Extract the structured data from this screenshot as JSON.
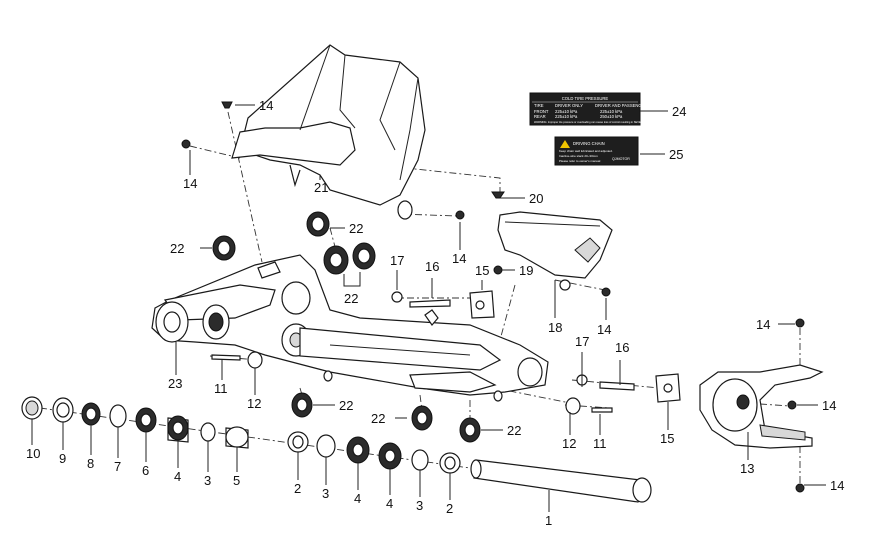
{
  "diagram": {
    "callouts": [
      "1",
      "2",
      "3",
      "4",
      "5",
      "6",
      "7",
      "8",
      "9",
      "10",
      "11",
      "12",
      "13",
      "14",
      "15",
      "16",
      "17",
      "18",
      "19",
      "20",
      "21",
      "22",
      "23",
      "24",
      "25"
    ],
    "tire_label": {
      "title": "COLD TIRE PRESSURE",
      "col1": "TIRE",
      "col2": "DRIVER ONLY",
      "col3": "DRIVER AND PASSENGER",
      "row1": [
        "FRONT",
        "225±10 kPa",
        "225±10 kPa"
      ],
      "row2": [
        "REAR",
        "225±10 kPa",
        "250±10 kPa"
      ],
      "warning": "WARNING: Improper tire pressure or overloading can cause loss of control resulting in SEVERE INJURY or DEATH."
    },
    "chain_label": {
      "title": "DRIVING CHAIN",
      "line1": "Keep chain well lubricated and adjusted.",
      "line2": "Inactive-wire slack 20~30mm",
      "line3": "Please refer to owner's manual",
      "brand": "QJMOTOR"
    },
    "colors": {
      "ink": "#1a1a1a",
      "dark_part": "#2b2b2b",
      "grey_part": "#d8d8d8",
      "background": "#ffffff"
    }
  }
}
